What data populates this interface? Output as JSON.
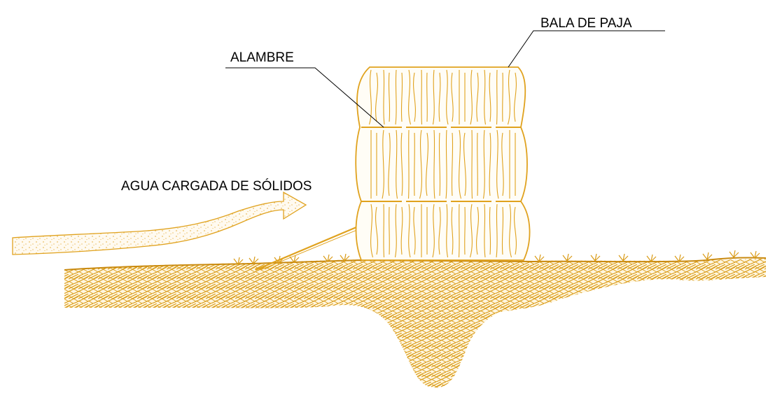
{
  "labels": {
    "bale": "BALA DE PAJA",
    "wire": "ALAMBRE",
    "water": "AGUA CARGADA DE SÓLIDOS"
  },
  "colors": {
    "straw": "#e0a21e",
    "soil": "#d99a14",
    "ground_line": "#c98a10",
    "leader": "#000000",
    "background": "#ffffff"
  },
  "icons": {
    "flow_arrow": "arrow-right-icon",
    "stake": "stake-icon",
    "grass": "grass-tuft-icon"
  }
}
